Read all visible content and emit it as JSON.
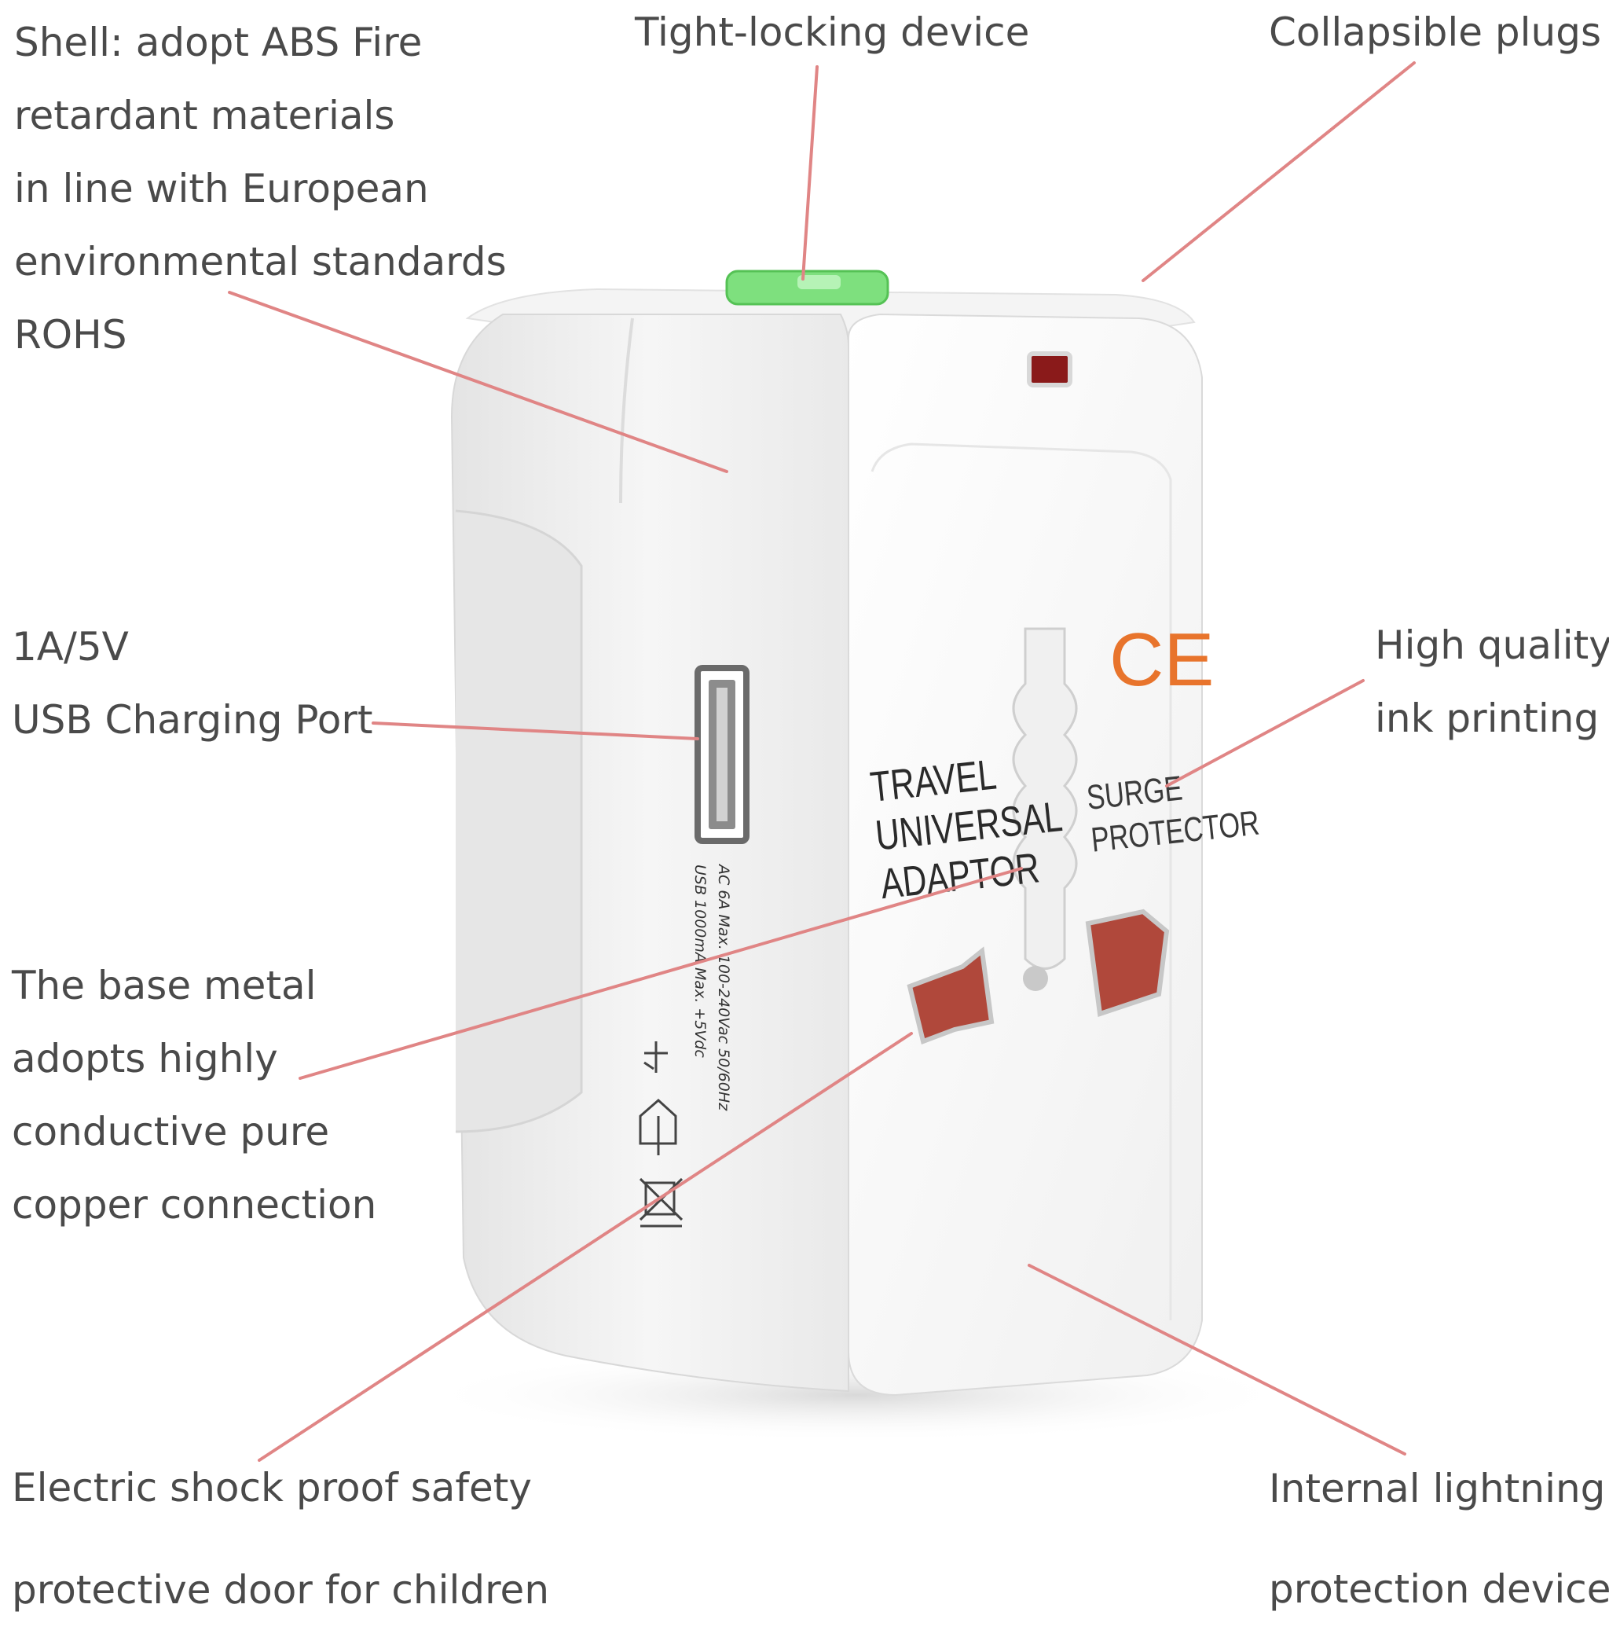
{
  "callouts": {
    "shell": [
      "Shell: adopt ABS Fire",
      "retardant materials",
      "in line with European",
      "environmental standards",
      "ROHS"
    ],
    "tight_lock": [
      "Tight-locking device"
    ],
    "collapsible": [
      "Collapsible plugs"
    ],
    "usb_port": [
      "1A/5V",
      "USB Charging Port"
    ],
    "ink_printing": [
      "High quality",
      "ink printing"
    ],
    "base_metal": [
      "The base metal",
      "adopts highly",
      "conductive pure",
      "copper connection"
    ],
    "shock_door": [
      "Electric shock proof safety",
      "protective door for children"
    ],
    "lightning": [
      "Internal lightning",
      "protection device"
    ]
  },
  "device_print": {
    "travel_lines": [
      "TRAVEL",
      "UNIVERSAL",
      "ADAPTOR"
    ],
    "surge_lines": [
      "SURGE",
      "PROTECTOR"
    ],
    "ce_mark": "CE",
    "rating_lines": [
      "AC  6A Max. 100-240Vac 50/60Hz",
      "USB 1000mA Max. +5Vdc"
    ]
  },
  "colors": {
    "leader_line": "#e08585",
    "label_text": "#4a4a4a",
    "lock_button": "#7ee07e",
    "socket_inner": "#b0483b",
    "ce_mark": "#e8742c"
  }
}
